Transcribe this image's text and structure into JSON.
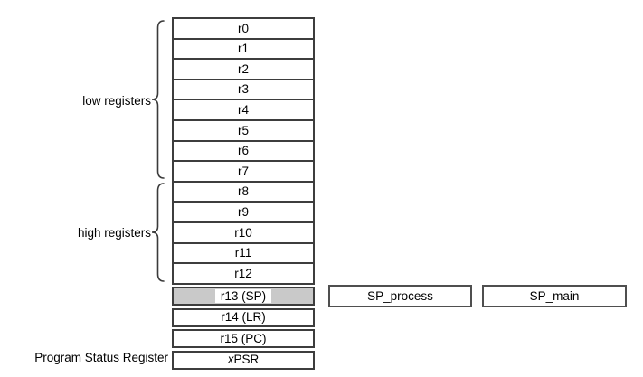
{
  "diagram": {
    "side_labels": {
      "low_registers": "low registers",
      "high_registers": "high registers",
      "program_status_register": "Program Status Register"
    },
    "general_registers": [
      "r0",
      "r1",
      "r2",
      "r3",
      "r4",
      "r5",
      "r6",
      "r7",
      "r8",
      "r9",
      "r10",
      "r11",
      "r12"
    ],
    "general_register_groups": {
      "low": [
        "r0",
        "r1",
        "r2",
        "r3",
        "r4",
        "r5",
        "r6",
        "r7"
      ],
      "high": [
        "r8",
        "r9",
        "r10",
        "r11",
        "r12"
      ]
    },
    "special_registers": [
      {
        "label": "r13 (SP)",
        "shaded": true
      },
      {
        "label": "r14 (LR)",
        "shaded": false
      },
      {
        "label": "r15 (PC)",
        "shaded": false
      }
    ],
    "xpsr": {
      "italic_part": "x",
      "regular_part": "PSR"
    },
    "stack_pointer_boxes": [
      "SP_process",
      "SP_main"
    ],
    "colors": {
      "shaded_row_fill": "#c9c9c9",
      "border": "#3d3d3d",
      "text": "#000000",
      "background": "#ffffff"
    }
  }
}
